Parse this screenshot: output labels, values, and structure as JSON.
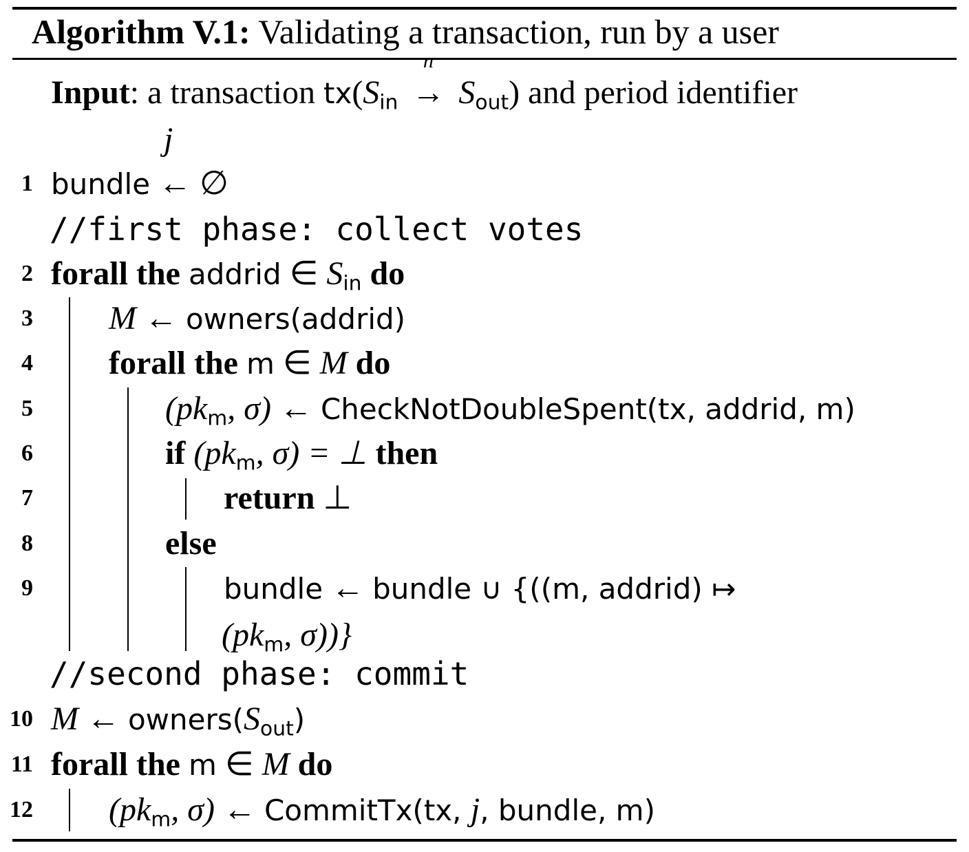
{
  "algorithm": {
    "label": "Algorithm V.1:",
    "title": "Validating a transaction, run by a user"
  },
  "input": {
    "keyword": "Input",
    "text_a": ": a transaction ",
    "tx": "tx",
    "s": "S",
    "in": "in",
    "n": "n",
    "out": "out",
    "text_b": " and period identifier",
    "j": "j"
  },
  "lines": {
    "l1": {
      "num": "1",
      "bundle": "bundle",
      "rest": " ← ∅"
    },
    "c1": {
      "text": "//first phase: collect votes"
    },
    "l2": {
      "num": "2",
      "kw1": "forall the",
      "addrid": "addrid",
      "in": " ∈ ",
      "s": "S",
      "sub": "in",
      "kw2": "do"
    },
    "l3": {
      "num": "3",
      "m": "M",
      "arrow": " ← ",
      "call": "owners(addrid)"
    },
    "l4": {
      "num": "4",
      "kw1": "forall the",
      "m": "m",
      "in": " ∈ ",
      "M": "M",
      "kw2": "do"
    },
    "l5": {
      "num": "5",
      "lhs": "(pk",
      "sub": "m",
      "lhs2": ", σ)",
      "arrow": " ← ",
      "call": "CheckNotDoubleSpent(tx, addrid, m)"
    },
    "l6": {
      "num": "6",
      "kw1": "if",
      "lhs": "(pk",
      "sub": "m",
      "lhs2": ", σ) = ⊥",
      "kw2": "then"
    },
    "l7": {
      "num": "7",
      "kw": "return",
      "rest": "⊥"
    },
    "l8": {
      "num": "8",
      "kw": "else"
    },
    "l9": {
      "num": "9",
      "a": "bundle",
      "arrow": " ← ",
      "b": "bundle ∪ {((m, addrid) ↦"
    },
    "l9b": {
      "lhs": "(pk",
      "sub": "m",
      "lhs2": ", σ))}"
    },
    "c2": {
      "text": "//second phase: commit"
    },
    "l10": {
      "num": "10",
      "m": "M",
      "arrow": " ← ",
      "call": "owners(",
      "s": "S",
      "sub": "out",
      "close": ")"
    },
    "l11": {
      "num": "11",
      "kw1": "forall the",
      "m": "m",
      "in": " ∈ ",
      "M": "M",
      "kw2": "do"
    },
    "l12": {
      "num": "12",
      "lhs": "(pk",
      "sub": "m",
      "lhs2": ", σ)",
      "arrow": " ← ",
      "call_a": "CommitTx(tx, ",
      "j": "j",
      "call_b": ", bundle, m)"
    }
  }
}
